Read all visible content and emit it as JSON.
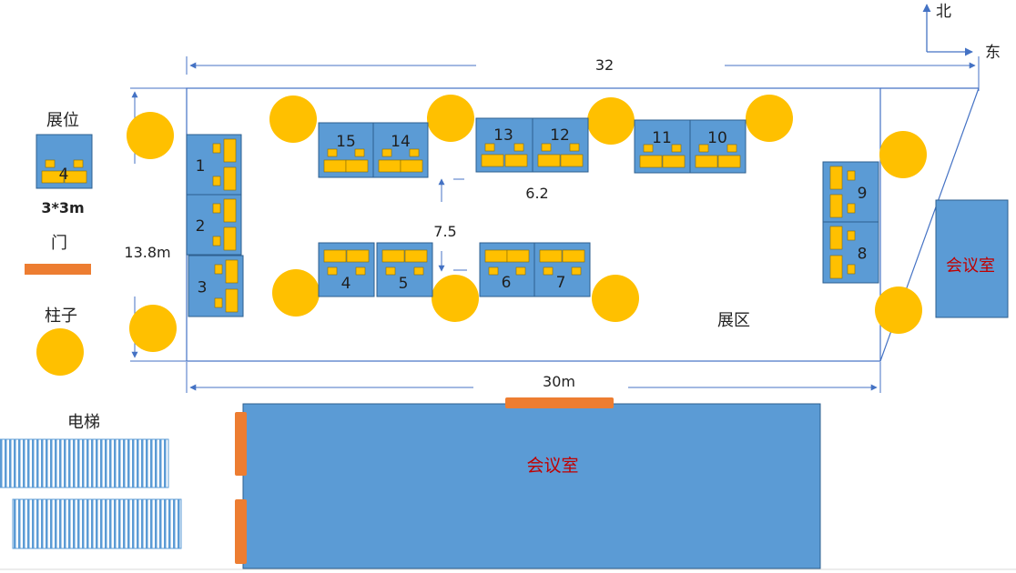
{
  "legend": {
    "booth_title": "展位",
    "booth_sample_number": "4",
    "booth_size": "3*3m",
    "door_label": "门",
    "pillar_label": "柱子"
  },
  "compass": {
    "north": "北",
    "east": "东"
  },
  "dimensions": {
    "top_width": "32",
    "bottom_width": "30m",
    "height": "13.8m",
    "gap_horizontal": "6.2",
    "gap_vertical": "7.5"
  },
  "hall_label": "展区",
  "elevator_label": "电梯",
  "meeting_room_east": "会议室",
  "meeting_room_south": "会议室",
  "booths": [
    "1",
    "2",
    "3",
    "4",
    "5",
    "6",
    "7",
    "8",
    "9",
    "10",
    "11",
    "12",
    "13",
    "14",
    "15"
  ],
  "colors": {
    "booth_fill": "#5b9bd5",
    "booth_stroke": "#2e5f8f",
    "seat_fill": "#ffc000",
    "pillar_fill": "#ffc000",
    "door_fill": "#ed7d31",
    "room_fill": "#5b9bd5",
    "room_text": "#c00000",
    "outline": "#4472c4"
  }
}
